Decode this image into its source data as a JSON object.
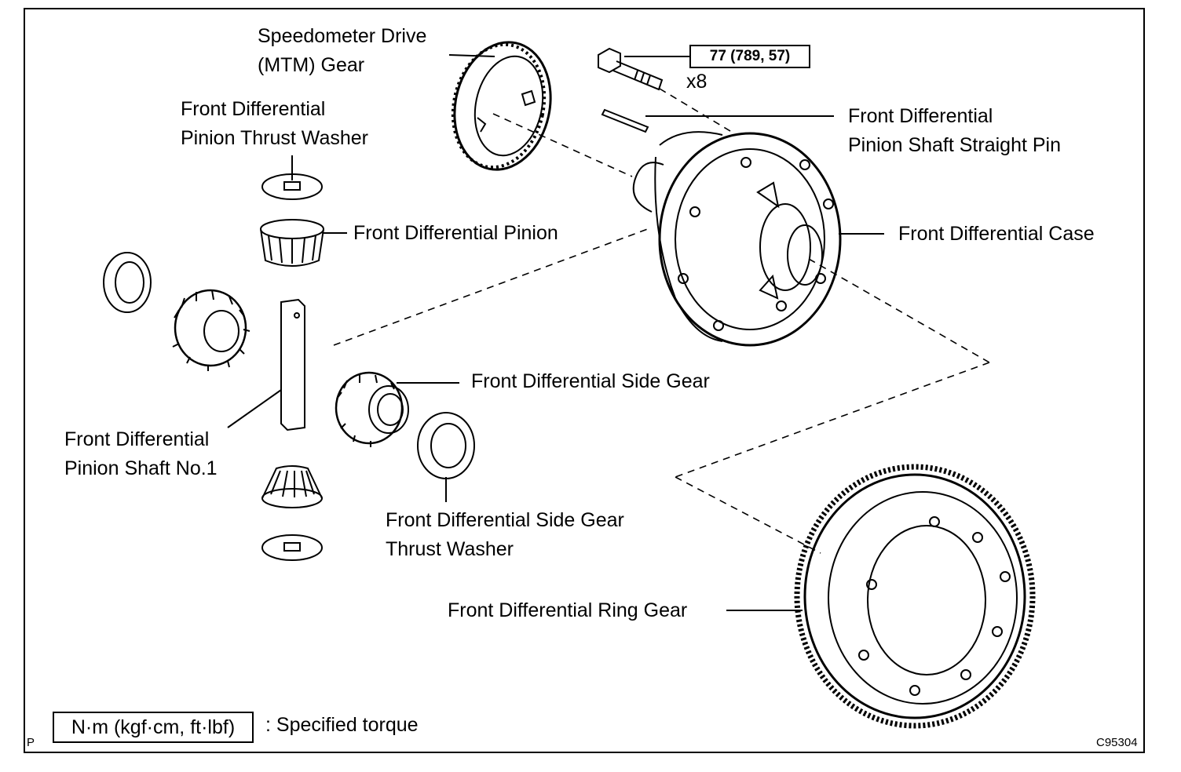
{
  "labels": {
    "speedometer_drive_gear": [
      "Speedometer Drive",
      "(MTM) Gear"
    ],
    "pinion_thrust_washer": [
      "Front Differential",
      "Pinion Thrust Washer"
    ],
    "pinion": "Front Differential Pinion",
    "pinion_shaft_straight_pin": [
      "Front Differential",
      "Pinion Shaft Straight Pin"
    ],
    "case": "Front Differential Case",
    "side_gear": "Front Differential Side Gear",
    "pinion_shaft_no1": [
      "Front Differential",
      "Pinion Shaft No.1"
    ],
    "side_gear_thrust_washer": [
      "Front Differential Side Gear",
      "Thrust Washer"
    ],
    "ring_gear": "Front Differential Ring Gear"
  },
  "torque": {
    "value": "77 (789, 57)",
    "quantity": "x8"
  },
  "legend": {
    "unit": "N·m (kgf·cm, ft·lbf)",
    "description": ": Specified torque"
  },
  "corner": {
    "left": "P",
    "code": "C95304"
  }
}
